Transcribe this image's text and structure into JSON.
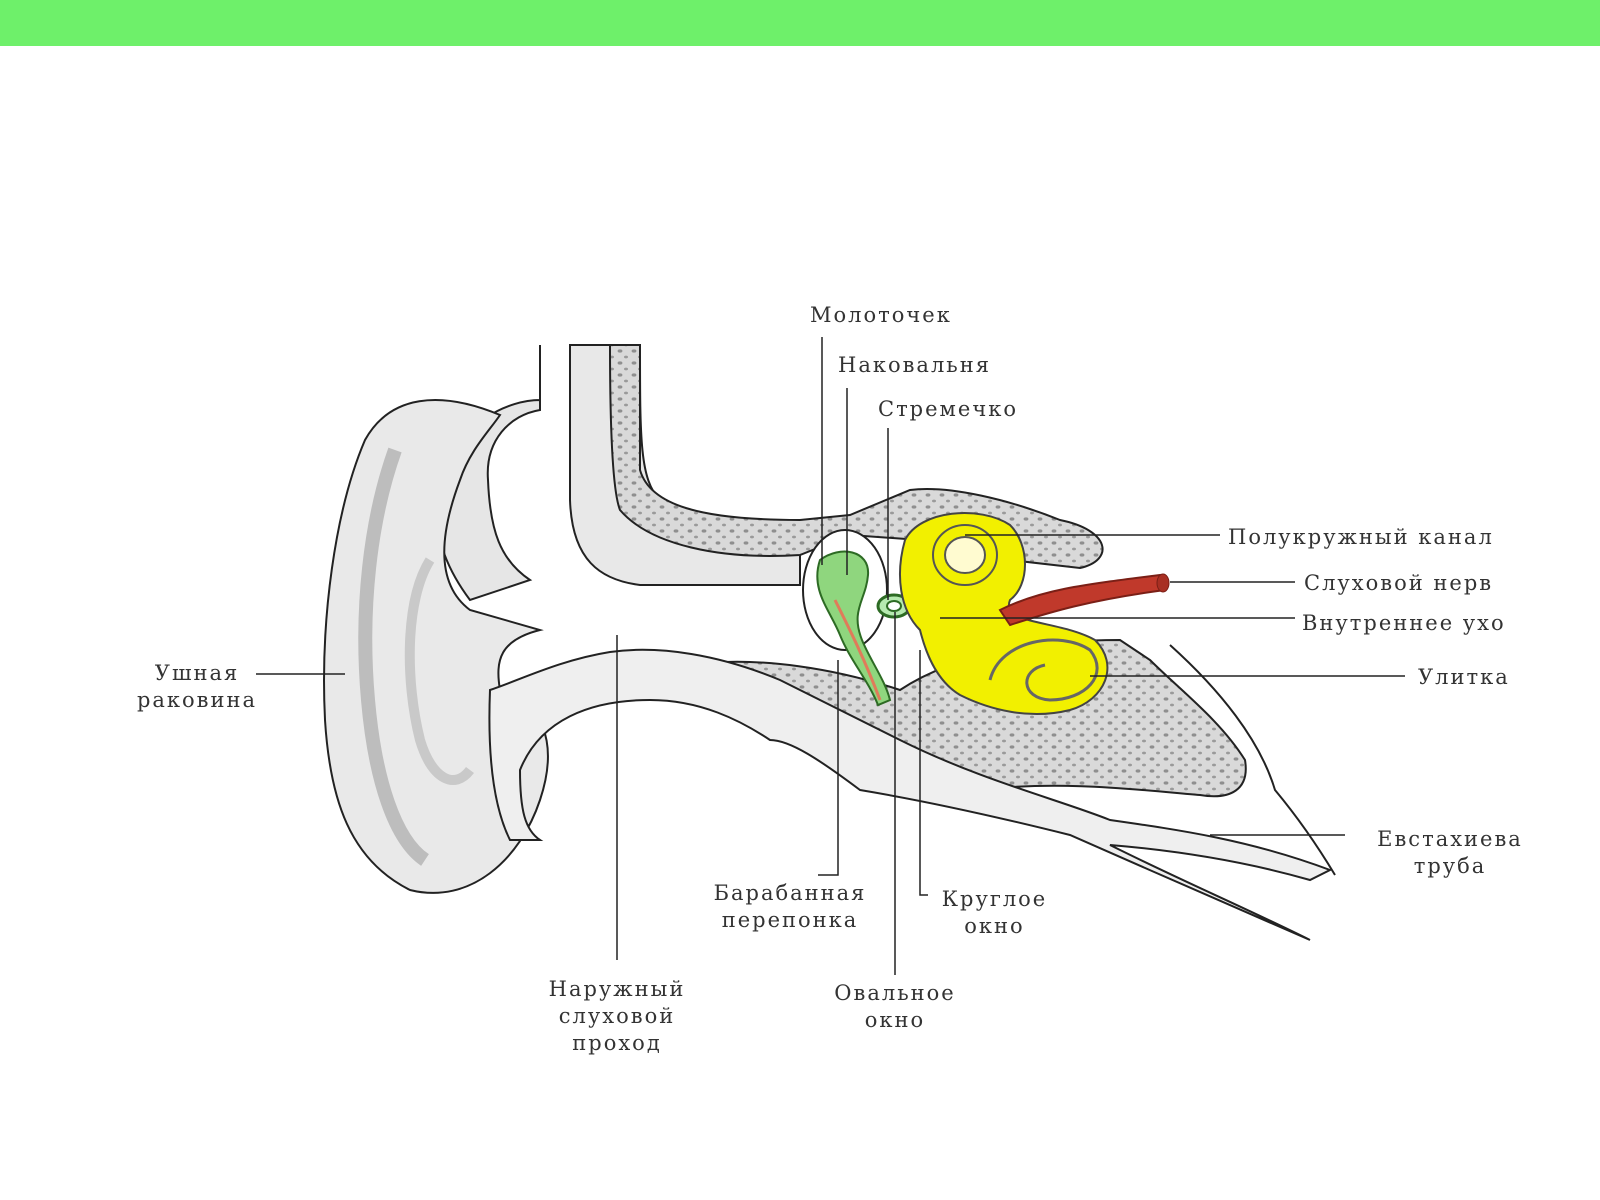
{
  "colors": {
    "top_bar": "#6ef06a",
    "outline": "#222222",
    "ear_fill": "#e9e9e9",
    "bone_fill": "#d6d6d6",
    "ossicle_green": "#8fd67e",
    "inner_ear_yellow": "#f2f000",
    "nerve_red": "#c0392b"
  },
  "labels": {
    "malleus": "Молоточек",
    "incus": "Наковальня",
    "stapes": "Стремечко",
    "semicircular_canal": "Полукружный канал",
    "auditory_nerve": "Слуховой нерв",
    "inner_ear": "Внутреннее ухо",
    "cochlea": "Улитка",
    "eustachian_tube": [
      "Евстахиева",
      "труба"
    ],
    "auricle": [
      "Ушная",
      "раковина"
    ],
    "eardrum": [
      "Барабанная",
      "перепонка"
    ],
    "round_window": [
      "Круглое",
      "окно"
    ],
    "ear_canal": [
      "Наружный",
      "слуховой",
      "проход"
    ],
    "oval_window": [
      "Овальное",
      "окно"
    ]
  }
}
